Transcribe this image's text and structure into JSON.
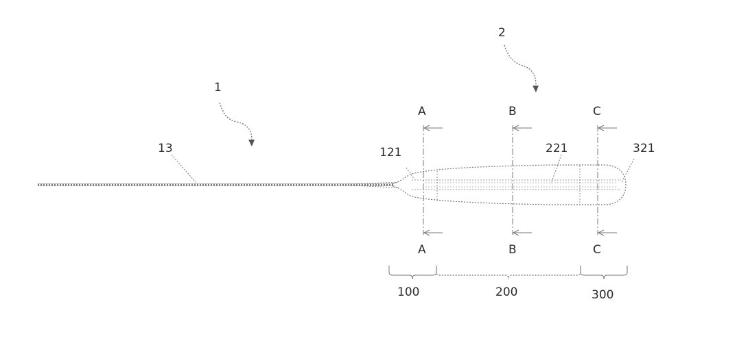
{
  "labels": {
    "device_1": "1",
    "device_2": "2",
    "wire": "13",
    "part_121": "121",
    "part_221": "221",
    "part_321": "321",
    "sec_a_top": "A",
    "sec_a_bottom": "A",
    "sec_b_top": "B",
    "sec_b_bottom": "B",
    "sec_c_top": "C",
    "sec_c_bottom": "C",
    "region_100": "100",
    "region_200": "200",
    "region_300": "300"
  }
}
